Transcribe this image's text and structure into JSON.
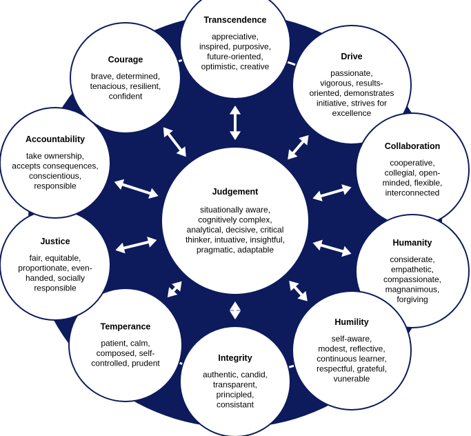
{
  "colors": {
    "ring": "#0d1b5c",
    "node_fill": "#ffffff",
    "node_stroke": "#0d1b5c",
    "arrow": "#ffffff",
    "text": "#000000"
  },
  "center": {
    "title": "Judgement",
    "lines": [
      "situationally aware,",
      "cognitively complex,",
      "analytical, decisive, critical",
      "thinker, intuative, insightful,",
      "pragmatic, adaptable"
    ]
  },
  "nodes": [
    {
      "id": "transcendence",
      "title": "Transcendence",
      "lines": [
        "appreciative,",
        "inspired, purposive,",
        "future-oriented,",
        "optimistic, creative"
      ]
    },
    {
      "id": "drive",
      "title": "Drive",
      "lines": [
        "passionate,",
        "vigorous, results-",
        "oriented, demonstrates",
        "initiative, strives for",
        "excellence"
      ]
    },
    {
      "id": "collaboration",
      "title": "Collaboration",
      "lines": [
        "cooperative,",
        "collegial, open-",
        "minded, flexible,",
        "interconnected"
      ]
    },
    {
      "id": "humanity",
      "title": "Humanity",
      "lines": [
        "considerate,",
        "empathetic,",
        "compassionate,",
        "magnanimous,",
        "forgiving"
      ]
    },
    {
      "id": "humility",
      "title": "Humility",
      "lines": [
        "self-aware,",
        "modest, reflective,",
        "continuous learner,",
        "respectful, grateful,",
        "vunerable"
      ]
    },
    {
      "id": "integrity",
      "title": "Integrity",
      "lines": [
        "authentic, candid,",
        "transparent,",
        "principled,",
        "consistant"
      ]
    },
    {
      "id": "temperance",
      "title": "Temperance",
      "lines": [
        "patient, calm,",
        "composed, self-",
        "controlled, prudent"
      ]
    },
    {
      "id": "justice",
      "title": "Justice",
      "lines": [
        "fair, equitable,",
        "proportionate, even-",
        "handed, socially",
        "responsible"
      ]
    },
    {
      "id": "accountability",
      "title": "Accountability",
      "lines": [
        "take ownership,",
        "accepts consequences,",
        "conscientious,",
        "responsible"
      ]
    },
    {
      "id": "courage",
      "title": "Courage",
      "lines": [
        "brave, determined,",
        "tenacious, resilient,",
        "confident"
      ]
    }
  ]
}
